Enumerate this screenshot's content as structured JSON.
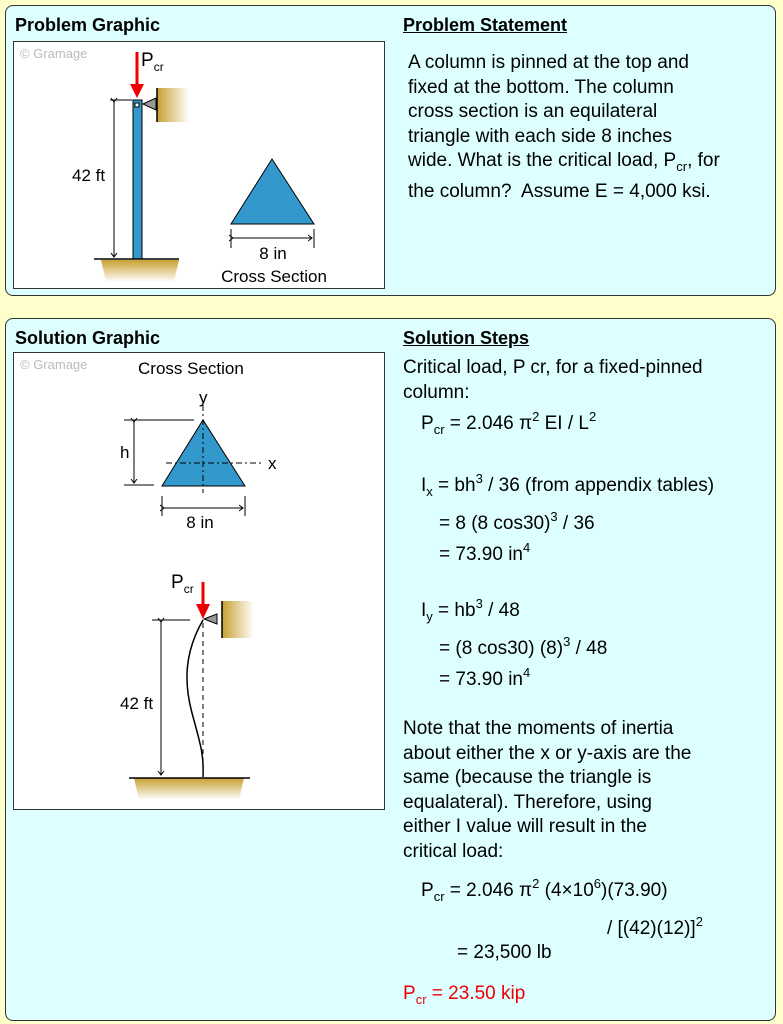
{
  "problem": {
    "graphic_heading": "Problem Graphic",
    "statement_heading": "Problem Statement",
    "statement_lines": [
      "A column is pinned at the top and",
      "fixed at the bottom. The column",
      "cross section is an equilateral",
      "triangle with each side 8 inches"
    ],
    "statement_last_a": "wide. What is the critical load, P",
    "statement_last_sub": "cr",
    "statement_last_b": ", for",
    "statement_final": "the column?  Assume E = 4,000 ksi.",
    "graphic": {
      "watermark": "© Gramage",
      "load_P": "P",
      "load_sub": "cr",
      "length": "42 ft",
      "width": "8 in",
      "section_label": "Cross Section"
    }
  },
  "solution": {
    "graphic_heading": "Solution Graphic",
    "steps_heading": "Solution Steps",
    "graphic": {
      "watermark": "© Gramage",
      "section_label": "Cross Section",
      "y_axis": "y",
      "x_axis": "x",
      "height_label": "h",
      "width": "8 in",
      "load_P": "P",
      "load_sub": "cr",
      "length": "42 ft"
    },
    "intro1": "Critical load, P cr, for a fixed-pinned",
    "intro2": "column:",
    "eq1": {
      "a": "P",
      "sub": "cr",
      "b": " = 2.046 π",
      "sup": "2",
      "c": " EI / L",
      "sup2": "2"
    },
    "ix1": {
      "a": "I",
      "sub": "x",
      "b": " = bh",
      "sup": "3",
      "c": " / 36 (from appendix tables)"
    },
    "ix2": {
      "a": "= 8 (8 cos30)",
      "sup": "3",
      "b": " / 36"
    },
    "ix3": {
      "a": "= 73.90 in",
      "sup": "4"
    },
    "iy1": {
      "a": "I",
      "sub": "y",
      "b": " = hb",
      "sup": "3",
      "c": " / 48"
    },
    "iy2": {
      "a": "= (8 cos30) (8)",
      "sup": "3",
      "b": " / 48"
    },
    "iy3": {
      "a": "= 73.90 in",
      "sup": "4"
    },
    "note": [
      "Note that the moments of inertia",
      "about either the x or y-axis are the",
      "same (because the triangle is",
      "equalateral). Therefore, using",
      "either I value will result in the",
      "critical load:"
    ],
    "eq2": {
      "a": "P",
      "sub": "cr",
      "b": " = 2.046 π",
      "sup": "2",
      "c": " (4×10",
      "sup2": "6",
      "d": ")(73.90)"
    },
    "eq2b": {
      "a": "/ [(42)(12)]",
      "sup": "2"
    },
    "eq2c": "= 23,500 lb",
    "answer": {
      "a": "P",
      "sub": "cr",
      "b": " = 23.50 kip"
    }
  },
  "colors": {
    "member": "#3399cc",
    "load": "#ee0000",
    "answer": "#ee0000",
    "panel": "#ddffff",
    "background": "#ffffcc",
    "ground": "#c8a030"
  }
}
